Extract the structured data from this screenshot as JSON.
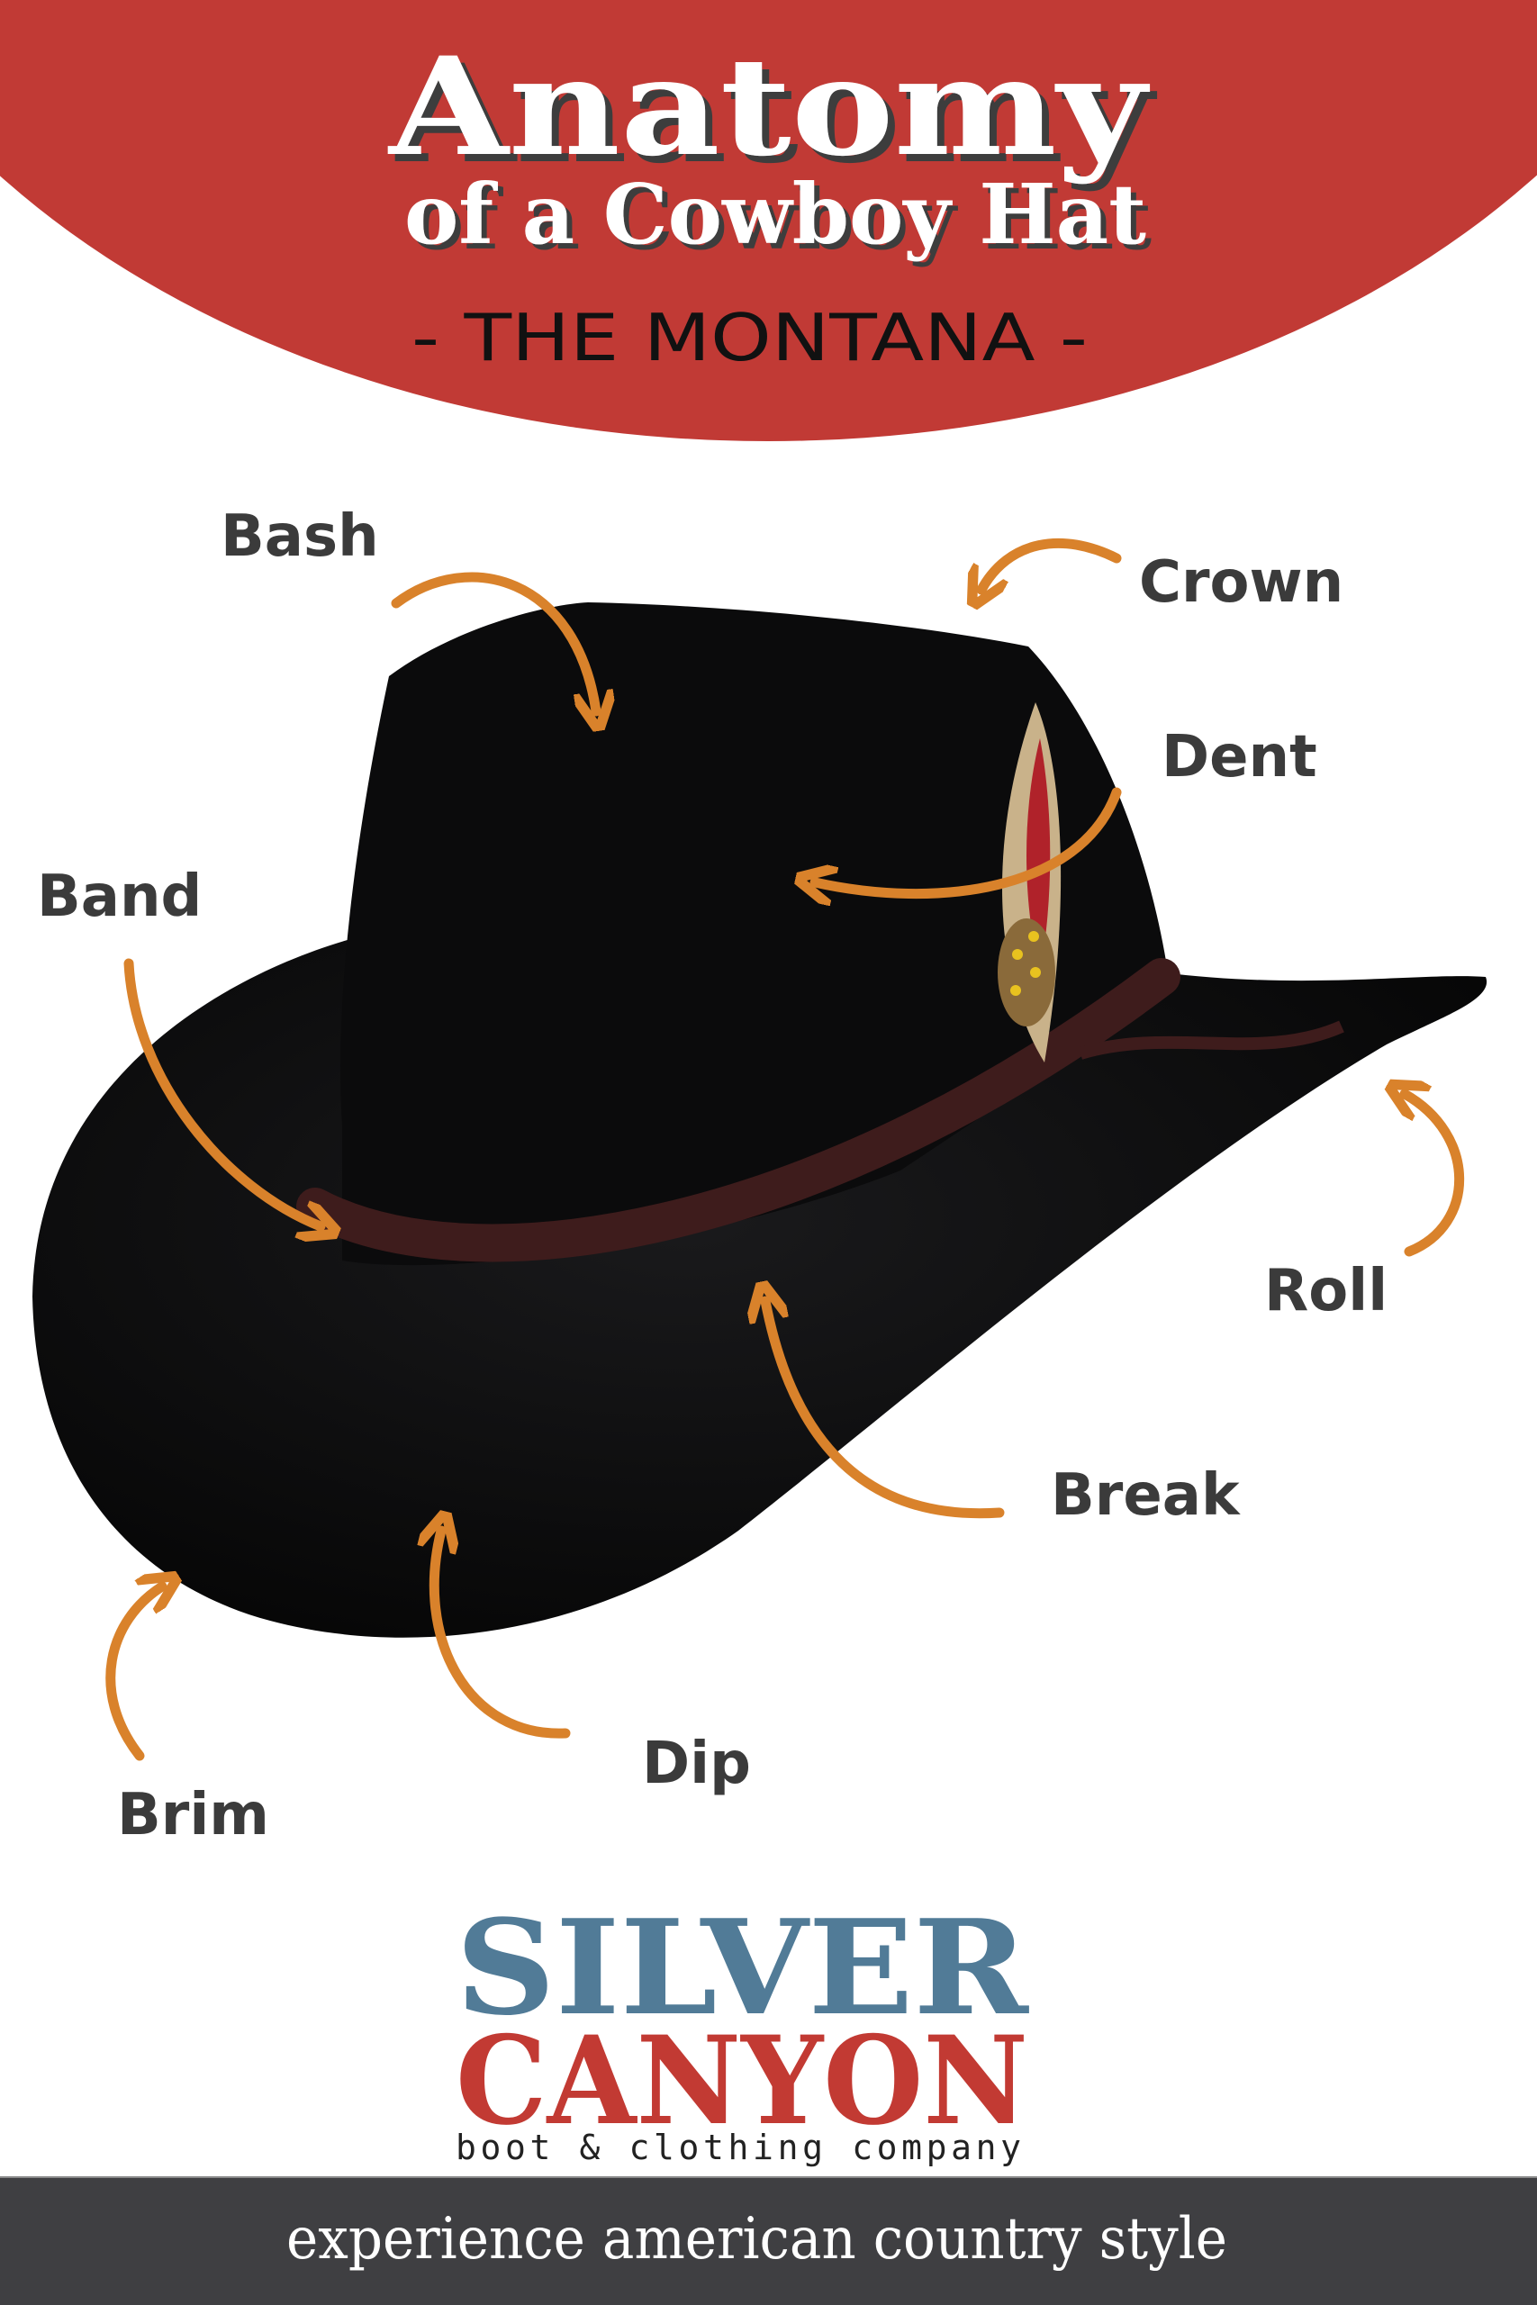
{
  "header": {
    "title_line1": "Anatomy",
    "title_line2": "of a Cowboy Hat",
    "subtitle": "- THE MONTANA -"
  },
  "labels": {
    "bash": "Bash",
    "crown": "Crown",
    "dent": "Dent",
    "band": "Band",
    "roll": "Roll",
    "break": "Break",
    "dip": "Dip",
    "brim": "Brim"
  },
  "logo": {
    "line1": "SILVER",
    "line2": "CANYON",
    "tagline": "boot & clothing company"
  },
  "footer": {
    "slogan": "experience american country style"
  },
  "colors": {
    "banner_red": "#c13a35",
    "arrow_orange": "#d9822b",
    "label_gray": "#3b3b3b",
    "logo_blue": "#517b97",
    "logo_red": "#c23a33",
    "footer_bar": "#3f3f42",
    "hat_black": "#0d0d0e",
    "band_brown": "#3e1c1c"
  },
  "icons": [
    "arrow-icon",
    "boot-icon",
    "star-icon",
    "cowboy-hat-icon",
    "feather-icon"
  ]
}
